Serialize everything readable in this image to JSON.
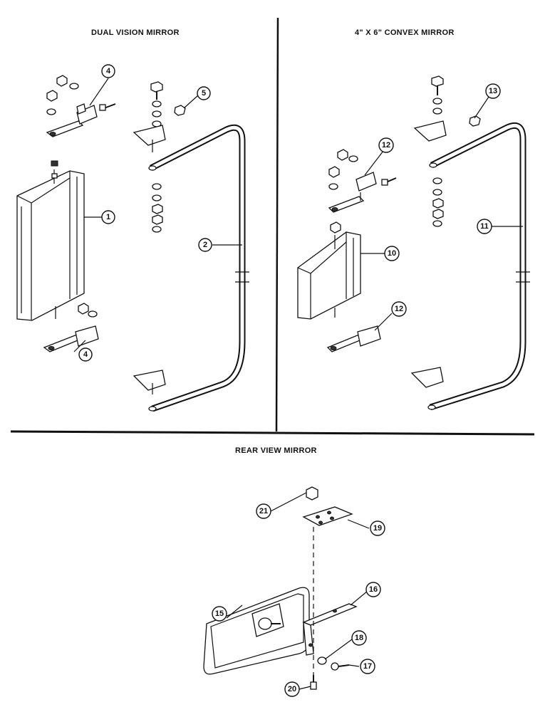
{
  "sections": {
    "dual": {
      "title": "DUAL VISION MIRROR"
    },
    "convex": {
      "title": "4\" X 6\" CONVEX MIRROR"
    },
    "rear": {
      "title": "REAR VIEW MIRROR"
    }
  },
  "callouts": {
    "c1": "1",
    "c2": "2",
    "c4a": "4",
    "c4b": "4",
    "c5": "5",
    "c10": "10",
    "c11": "11",
    "c12a": "12",
    "c12b": "12",
    "c13": "13",
    "c15": "15",
    "c16": "16",
    "c17": "17",
    "c18": "18",
    "c19": "19",
    "c20": "20",
    "c21": "21"
  },
  "colors": {
    "line": "#111111",
    "background": "#ffffff"
  }
}
